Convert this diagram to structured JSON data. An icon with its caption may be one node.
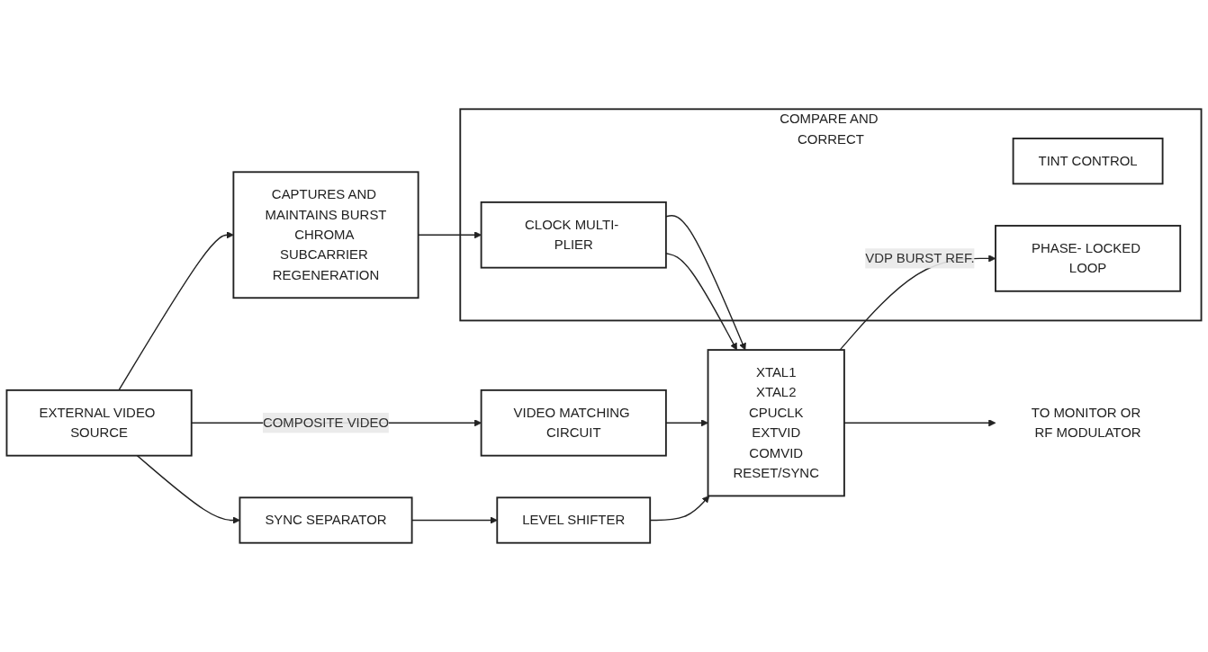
{
  "diagram": {
    "nodes": [
      {
        "text": [
          "EXTERNAL VIDEO SOURCE"
        ]
      },
      {
        "text": [
          "CAPTURES AND MAINTAINS BURST",
          "CHROMA SUBCARRIER REGENERATION"
        ]
      },
      {
        "text": [
          "COMPARE AND CORRECT"
        ]
      },
      {
        "text": [
          "TINT CONTROL"
        ],
        "in": 2
      },
      {
        "text": [
          "CLOCK MULTI- PLIER"
        ],
        "in": 2
      },
      {
        "text": [
          "PHASE- LOCKED LOOP"
        ],
        "in": 2
      },
      {
        "text": [
          "VIDEO MATCHING CIRCUIT"
        ]
      },
      {
        "text": [
          "XTAL1",
          "XTAL2",
          "CPUCLK",
          "EXTVID",
          "COMVID",
          "RESET/SYNC"
        ]
      },
      {
        "text": [
          "SYNC SEPARATOR"
        ]
      },
      {
        "text": [
          "LEVEL SHIFTER"
        ]
      },
      {
        "text": [
          "TO MONITOR OR RF MODULATOR"
        ]
      }
    ],
    "edges": [
      {
        "from": 0,
        "to": 1,
        "arrow": "to"
      },
      {
        "from": 0,
        "to": 6,
        "arrow": "to",
        "label": "COMPOSITE VIDEO"
      },
      {
        "from": 0,
        "to": 8,
        "arrow": "to"
      },
      {
        "from": 1,
        "to": 4,
        "arrow": "to"
      },
      {
        "from": 4,
        "to": 7,
        "arrow": "to"
      },
      {
        "from": 4,
        "to": 7,
        "arrow": "to"
      },
      {
        "from": 7,
        "to": 5,
        "arrow": "to",
        "label": "VDP BURST REF."
      },
      {
        "from": 6,
        "to": 7,
        "arrow": "to"
      },
      {
        "from": 8,
        "to": 9,
        "arrow": "to"
      },
      {
        "from": 9,
        "to": 7,
        "arrow": "to"
      },
      {
        "from": 7,
        "to": 10,
        "arrow": "to"
      }
    ]
  }
}
